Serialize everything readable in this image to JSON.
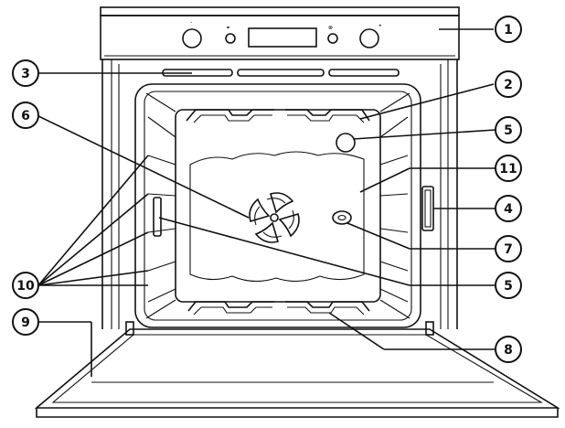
{
  "diagram": {
    "control_panel": {
      "small_symbols": [
        "-",
        "⚭",
        "⊗",
        "•"
      ]
    },
    "callouts": [
      {
        "id": "c1",
        "number": "1"
      },
      {
        "id": "c2",
        "number": "2"
      },
      {
        "id": "c3",
        "number": "3"
      },
      {
        "id": "c4",
        "number": "4"
      },
      {
        "id": "c5a",
        "number": "5"
      },
      {
        "id": "c5b",
        "number": "5"
      },
      {
        "id": "c6",
        "number": "6"
      },
      {
        "id": "c7",
        "number": "7"
      },
      {
        "id": "c8",
        "number": "8"
      },
      {
        "id": "c9",
        "number": "9"
      },
      {
        "id": "c10",
        "number": "10"
      },
      {
        "id": "c11",
        "number": "11"
      }
    ]
  }
}
